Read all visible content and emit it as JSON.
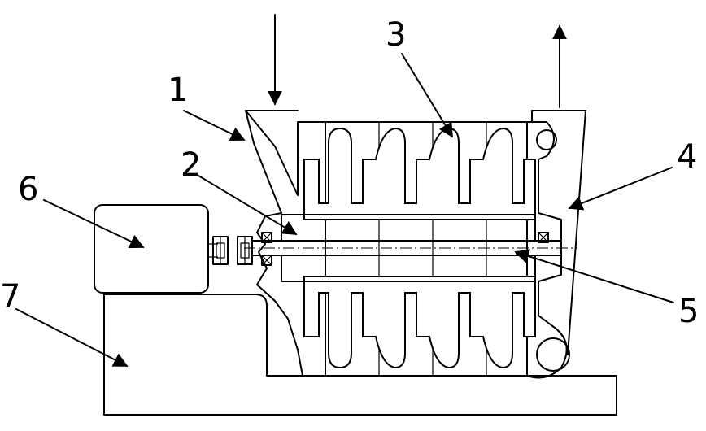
{
  "callouts": [
    {
      "id": "1",
      "label": "1"
    },
    {
      "id": "2",
      "label": "2"
    },
    {
      "id": "3",
      "label": "3"
    },
    {
      "id": "4",
      "label": "4"
    },
    {
      "id": "5",
      "label": "5"
    },
    {
      "id": "6",
      "label": "6"
    },
    {
      "id": "7",
      "label": "7"
    }
  ],
  "colors": {
    "casing_hatch": "#d94040",
    "stage_hatch": "#3aaa3a",
    "stage_fill": "#dff5df",
    "casing_fill": "#fbe3e3",
    "line": "#000000"
  }
}
